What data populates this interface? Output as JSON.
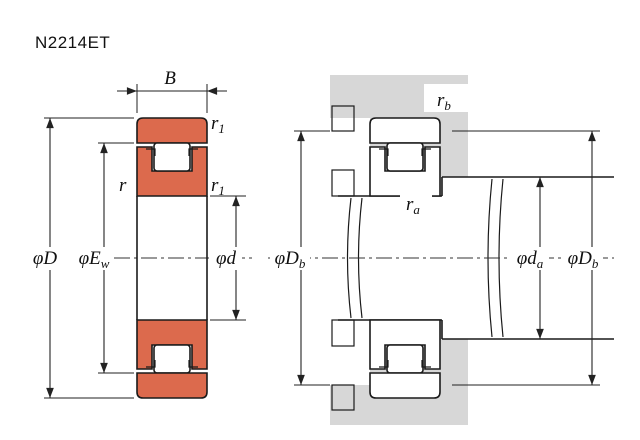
{
  "title": "N2214ET",
  "colors": {
    "ring_highlight": "#DC6A4D",
    "abutment_dark": "#4E100E",
    "housing_gray": "#D7D7D7"
  },
  "left_view": {
    "labels": {
      "width": {
        "main": "B",
        "sub": ""
      },
      "r1_top": {
        "main": "r",
        "sub": "1"
      },
      "r_mid": {
        "main": "r",
        "sub": ""
      },
      "r1_mid": {
        "main": "r",
        "sub": "1"
      },
      "outer_dia": {
        "main": "φD",
        "sub": ""
      },
      "raceway_dia": {
        "main": "φE",
        "sub": "w"
      },
      "bore_dia": {
        "main": "φd",
        "sub": ""
      }
    }
  },
  "right_view": {
    "labels": {
      "housing_abutment_left": {
        "main": "φD",
        "sub": "b"
      },
      "fillet_rb": {
        "main": "r",
        "sub": "b"
      },
      "fillet_ra": {
        "main": "r",
        "sub": "a"
      },
      "shaft_abutment": {
        "main": "φd",
        "sub": "a"
      },
      "housing_abutment_right": {
        "main": "φD",
        "sub": "b"
      }
    }
  }
}
